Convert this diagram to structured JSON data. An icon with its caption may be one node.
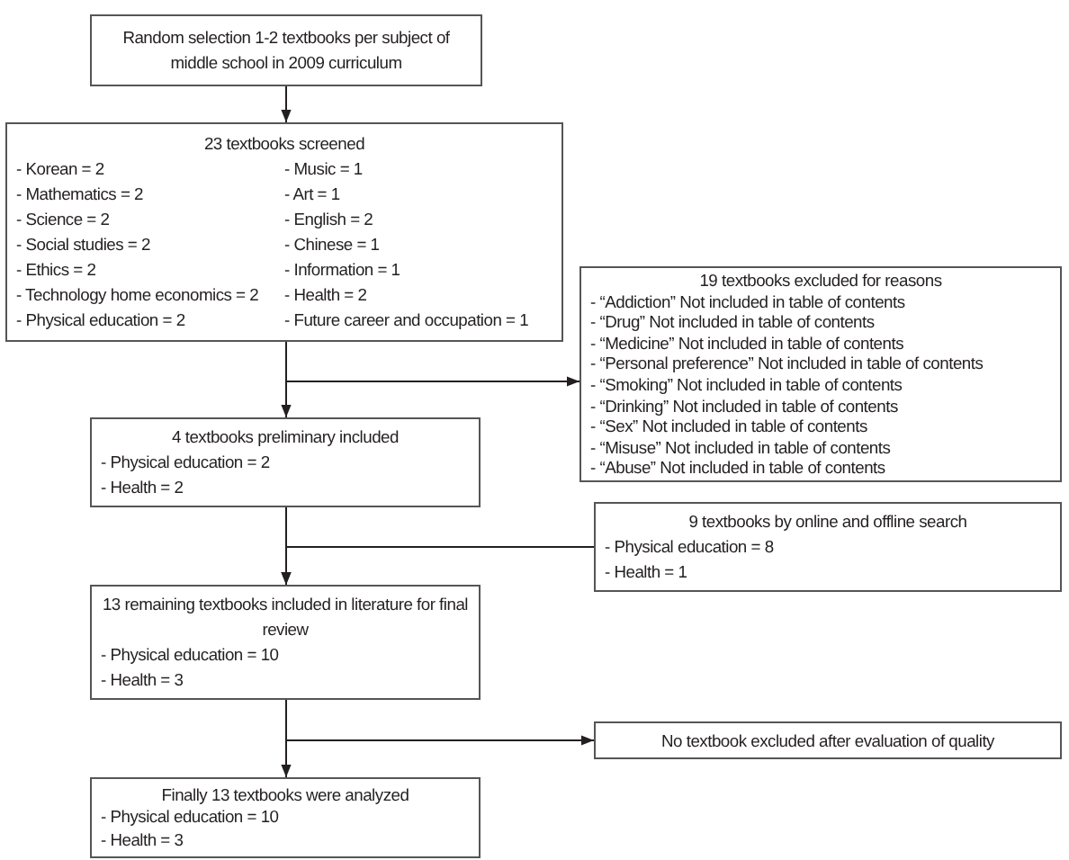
{
  "diagram": {
    "nodes": [
      {
        "text": [
          "Random selection 1-2 textbooks per subject of middle school in 2009 curriculum"
        ]
      },
      {
        "text": [
          "23 textbooks screened",
          "- Korean = 2",
          "- Mathematics = 2",
          "- Science = 2",
          "- Social studies = 2",
          "- Ethics = 2",
          "- Technology home economics = 2",
          "- Physical education = 2",
          "- Music = 1",
          "- Art = 1",
          "- English = 2",
          "- Chinese = 1",
          "- Information = 1",
          "- Health = 2",
          "- Future career and occupation = 1"
        ]
      },
      {
        "text": [
          "19 textbooks excluded for reasons",
          "- “Addiction” Not included in table of contents",
          "- “Drug” Not included in table of contents",
          "- “Medicine” Not included in table of contents",
          "- “Personal preference” Not included in table of contents",
          "- “Smoking” Not included in table of contents",
          "- “Drinking” Not included in table of contents",
          "- “Sex” Not included in table of contents",
          "- “Misuse” Not included in table of contents",
          "- “Abuse” Not included in table of contents"
        ]
      },
      {
        "text": [
          "4 textbooks preliminary included",
          "- Physical education = 2",
          "- Health = 2"
        ]
      },
      {
        "text": [
          "9 textbooks by online and offline search",
          "- Physical education = 8",
          "- Health = 1"
        ]
      },
      {
        "text": [
          "13 remaining textbooks included in literature for final review",
          "- Physical education = 10",
          "- Health = 3"
        ]
      },
      {
        "text": [
          "No textbook excluded after evaluation of quality"
        ]
      },
      {
        "text": [
          "Finally 13 textbooks were analyzed",
          "- Physical education = 10",
          "- Health = 3"
        ]
      }
    ],
    "edges": [
      {
        "from": 0,
        "to": 1,
        "arrow": "to"
      },
      {
        "from": 1,
        "to": 3,
        "arrow": "to"
      },
      {
        "from": 1,
        "to": 2,
        "arrow": "to"
      },
      {
        "from": 3,
        "to": 5,
        "arrow": "to"
      },
      {
        "from": 4,
        "to": 5,
        "arrow": "to"
      },
      {
        "from": 5,
        "to": 7,
        "arrow": "to"
      },
      {
        "from": 5,
        "to": 6,
        "arrow": "to"
      }
    ]
  }
}
